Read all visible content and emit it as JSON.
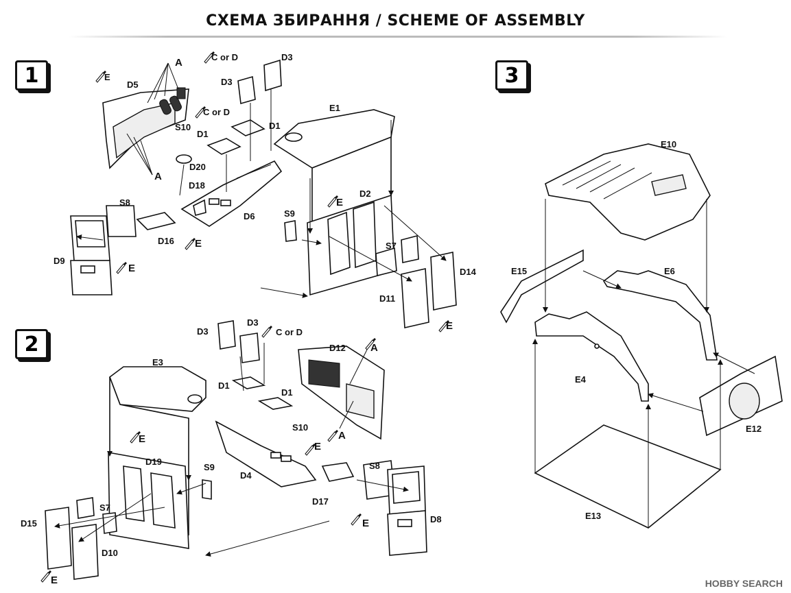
{
  "title": "СХЕМА ЗБИРАННЯ / SCHEME OF ASSEMBLY",
  "steps": [
    "1",
    "2",
    "3"
  ],
  "labels": {
    "s1": {
      "A": "A",
      "E1": "E",
      "D5": "D5",
      "CorD1": "C or D",
      "D3": "D3",
      "D3b": "D3",
      "CorD2": "C or D",
      "D1a": "D1",
      "D1b": "D1",
      "S10": "S10",
      "D20": "D20",
      "A2": "A",
      "D18": "D18",
      "E1part": "E1",
      "D6": "D6",
      "S8": "S8",
      "D16": "D16",
      "E2": "E",
      "D9": "D9",
      "E3": "E",
      "E4": "E",
      "D2": "D2",
      "S9": "S9",
      "S7": "S7",
      "D14": "D14",
      "D11": "D11",
      "E5": "E"
    },
    "s2": {
      "D3a": "D3",
      "D3b": "D3",
      "CorD": "C or D",
      "E3part": "E3",
      "D12": "D12",
      "A": "A",
      "D1a": "D1",
      "D1b": "D1",
      "E1": "E",
      "S10": "S10",
      "A2": "A",
      "D19": "D19",
      "S9": "S9",
      "E2": "E",
      "D4": "D4",
      "S8": "S8",
      "D15": "D15",
      "S7": "S7",
      "D17": "D17",
      "D10": "D10",
      "E3": "E",
      "D8": "D8",
      "E4": "E"
    },
    "s3": {
      "E10": "E10",
      "E15": "E15",
      "E6": "E6",
      "E4": "E4",
      "E12": "E12",
      "E13": "E13"
    }
  },
  "watermark": "HOBBY SEARCH"
}
